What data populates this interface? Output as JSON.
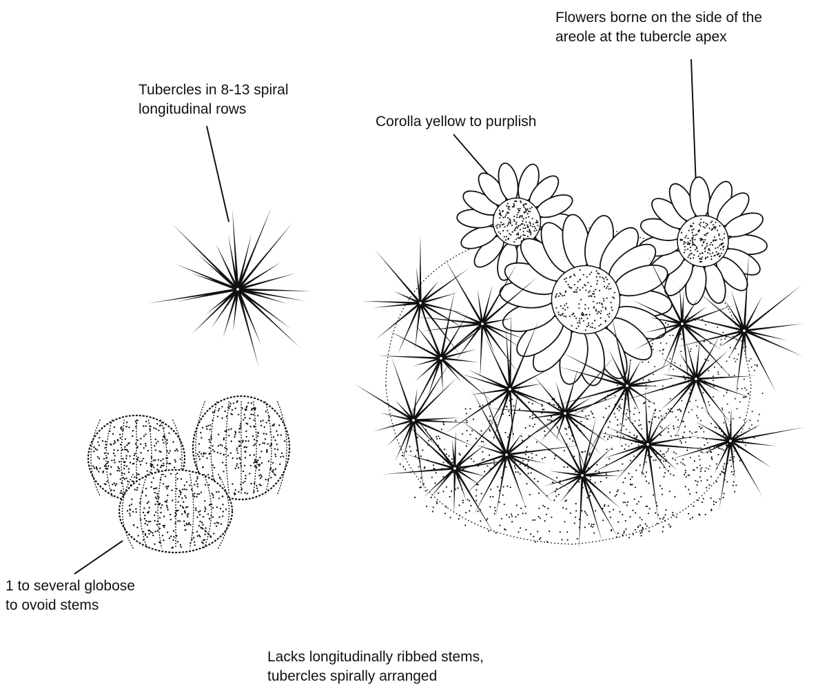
{
  "annotations": {
    "flowers": {
      "line1": "Flowers borne on the side of the",
      "line2": "areole at the tubercle apex"
    },
    "tubercles": {
      "line1": "Tubercles in 8-13 spiral",
      "line2": "longitudinal rows"
    },
    "corolla": {
      "line1": "Corolla yellow to purplish"
    },
    "stems": {
      "line1": "1 to several globose",
      "line2": "to ovoid stems"
    },
    "caption": {
      "line1": "Lacks longitudinally ribbed stems,",
      "line2": "tubercles spirally arranged"
    }
  },
  "colors": {
    "ink": "#111111",
    "background": "#ffffff"
  }
}
